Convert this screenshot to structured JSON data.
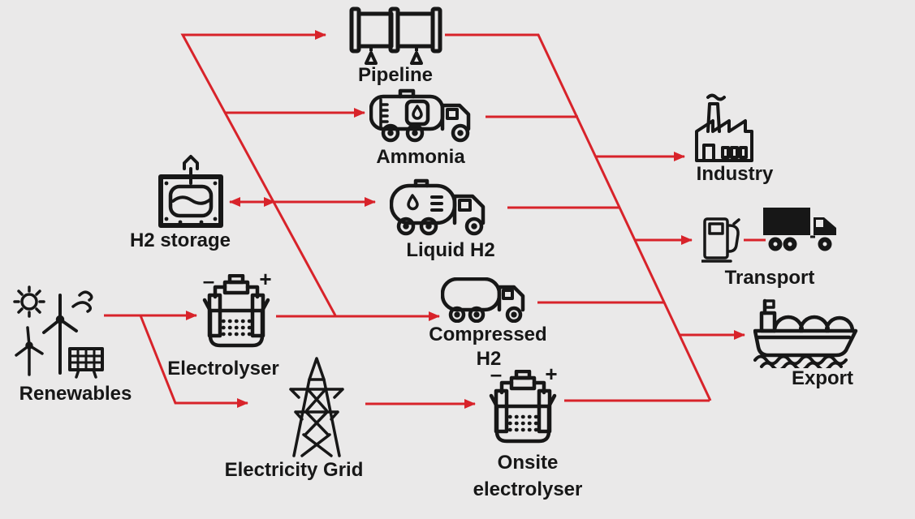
{
  "colors": {
    "background": "#eae9e9",
    "connector_red": "#d8232a",
    "icon_ink": "#171717",
    "text": "#171717"
  },
  "labels": {
    "pipeline": "Pipeline",
    "ammonia": "Ammonia",
    "liquid_h2": "Liquid H2",
    "h2_storage": "H2 storage",
    "electrolyser": "Electrolyser",
    "renewables": "Renewables",
    "electricity_grid": "Electricity Grid",
    "compressed_line1": "Compressed",
    "compressed_line2": "H2",
    "onsite_line1": "Onsite",
    "onsite_line2": "electrolyser",
    "industry": "Industry",
    "transport": "Transport",
    "export": "Export"
  },
  "terminals": {
    "minus": "–",
    "plus": "+"
  },
  "nodes": [
    {
      "id": "renewables",
      "label": "Renewables",
      "icon": "sun-wind-solar-icon"
    },
    {
      "id": "electrolyser",
      "label": "Electrolyser",
      "icon": "electrolysis-cell-icon"
    },
    {
      "id": "electricity-grid",
      "label": "Electricity Grid",
      "icon": "transmission-tower-icon"
    },
    {
      "id": "h2-storage",
      "label": "H2 storage",
      "icon": "storage-tank-icon"
    },
    {
      "id": "pipeline",
      "label": "Pipeline",
      "icon": "pipe-icon"
    },
    {
      "id": "ammonia",
      "label": "Ammonia",
      "icon": "tanker-truck-icon"
    },
    {
      "id": "liquid-h2",
      "label": "Liquid H2",
      "icon": "tanker-truck-icon"
    },
    {
      "id": "compressed-h2",
      "label": "Compressed H2",
      "icon": "tanker-truck-icon"
    },
    {
      "id": "onsite-electrolyser",
      "label": "Onsite electrolyser",
      "icon": "electrolysis-cell-icon"
    },
    {
      "id": "industry",
      "label": "Industry",
      "icon": "factory-icon"
    },
    {
      "id": "transport",
      "label": "Transport",
      "icon": "fuel-pump-and-truck-icon"
    },
    {
      "id": "export",
      "label": "Export",
      "icon": "lng-ship-icon"
    }
  ],
  "edges": [
    {
      "from": "renewables",
      "to": "electrolyser",
      "type": "arrow"
    },
    {
      "from": "renewables",
      "to": "electricity-grid",
      "type": "arrow"
    },
    {
      "from": "electrolyser",
      "to": "compressed-h2",
      "type": "arrow"
    },
    {
      "from": "electrolyser",
      "to": "pipeline",
      "type": "arrow"
    },
    {
      "from": "supply-diagonal",
      "to": "ammonia",
      "type": "arrow"
    },
    {
      "from": "h2-storage",
      "to": "supply-diagonal",
      "type": "bidirectional"
    },
    {
      "from": "supply-diagonal",
      "to": "liquid-h2",
      "type": "arrow"
    },
    {
      "from": "pipeline",
      "to": "demand-diagonal",
      "type": "line"
    },
    {
      "from": "ammonia",
      "to": "demand-diagonal",
      "type": "line"
    },
    {
      "from": "liquid-h2",
      "to": "demand-diagonal",
      "type": "line"
    },
    {
      "from": "compressed-h2",
      "to": "demand-diagonal",
      "type": "line"
    },
    {
      "from": "onsite-electrolyser",
      "to": "demand-diagonal",
      "type": "line"
    },
    {
      "from": "demand-diagonal",
      "to": "industry",
      "type": "arrow"
    },
    {
      "from": "demand-diagonal",
      "to": "transport",
      "type": "arrow"
    },
    {
      "from": "demand-diagonal",
      "to": "export",
      "type": "arrow"
    },
    {
      "from": "electricity-grid",
      "to": "onsite-electrolyser",
      "type": "arrow"
    },
    {
      "from": "fuel-pump",
      "to": "delivery-truck",
      "type": "line"
    }
  ]
}
